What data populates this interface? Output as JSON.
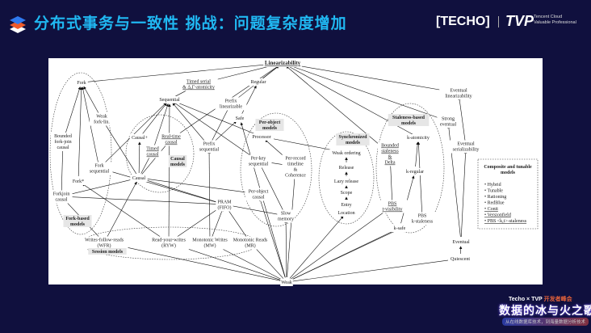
{
  "header": {
    "title": "分布式事务与一致性  挑战：问题复杂度增加",
    "brand_techo": "[TECHO]",
    "brand_tvp": "TVP",
    "brand_tvp_sub1": "Tencent Cloud",
    "brand_tvp_sub2": "Valuable Professional"
  },
  "diagram": {
    "nodes": {
      "lin": "Linearizability",
      "fork": "Fork",
      "timedserial": "Timed serial & Δ,Γ-atomicity",
      "regular": "Regular",
      "sequential": "Sequential",
      "prefixlin": "Prefix linearizable",
      "weakforklin": "Weak fork-lin.",
      "safe": "Safe",
      "bfjc": "Bounded fork-join causal",
      "causalplus": "Causal+",
      "rtcausal": "Real-time causal",
      "timedcausal": "Timed causal",
      "forkseq": "Fork sequential",
      "prefixseq": "Prefix sequential",
      "forkstar": "Fork*",
      "causal": "Causal",
      "fjcausal": "Forkjoin causal",
      "pram": "PRAM (FIFO)",
      "processor": "Processor",
      "perkey": "Per-key sequential",
      "perrecord": "Per-record timeline & Coherence",
      "perobjcausal": "Per-object causal",
      "slow": "Slow memory",
      "weakorder": "Weak ordering",
      "release": "Release",
      "lazyrel": "Lazy release",
      "scope": "Scope",
      "entry": "Entry",
      "location": "Location",
      "katom": "k-atomicity",
      "bstale": "Bounded staleness & Delta",
      "kreg": "k-regular",
      "pbst": "PBS t-visibility",
      "pbsk": "PBS k-staleness",
      "ksafe": "k-safe",
      "evlin": "Eventual linearizability",
      "strongev": "Strong eventual",
      "evser": "Eventual serializability",
      "eventual": "Eventual",
      "quiescent": "Quiescent",
      "wfr": "Writes-follow-reads (WFR)",
      "ryw": "Read-your-writes (RYW)",
      "mw": "Monotonic Writes (MW)",
      "mr": "Monotonic Reads (MR)",
      "weak": "Weak"
    },
    "groups": {
      "causal": "Causal models",
      "fork": "Fork-based models",
      "perobject": "Per-object models",
      "sync": "Synchronized models",
      "staleness": "Staleness-based models",
      "session": "Session models"
    },
    "composite": {
      "title": "Composite and tunable models",
      "items": [
        "Hybrid",
        "Tunable",
        "Rationing",
        "RedBlue",
        "Conit",
        "Versionfield",
        "PBS <k,t>-staleness"
      ]
    },
    "edges": [
      [
        "fork",
        "lin"
      ],
      [
        "timedserial",
        "lin"
      ],
      [
        "regular",
        "lin"
      ],
      [
        "sequential",
        "timedserial"
      ],
      [
        "prefixlin",
        "lin"
      ],
      [
        "safe",
        "regular"
      ],
      [
        "weakforklin",
        "fork"
      ],
      [
        "bfjc",
        "fork"
      ],
      [
        "forkseq",
        "fork"
      ],
      [
        "forkstar",
        "fork"
      ],
      [
        "fjcausal",
        "bfjc"
      ],
      [
        "forkseq",
        "sequential"
      ],
      [
        "causalplus",
        "sequential"
      ],
      [
        "timedcausal",
        "sequential"
      ],
      [
        "rtcausal",
        "lin"
      ],
      [
        "prefixseq",
        "sequential"
      ],
      [
        "prefixseq",
        "prefixlin"
      ],
      [
        "prefixseq",
        "safe"
      ],
      [
        "processor",
        "sequential"
      ],
      [
        "perkey",
        "sequential"
      ],
      [
        "causal",
        "causalplus"
      ],
      [
        "causal",
        "timedcausal"
      ],
      [
        "causal",
        "rtcausal"
      ],
      [
        "causal",
        "weakforklin"
      ],
      [
        "causal",
        "fjcausal"
      ],
      [
        "pram",
        "causal"
      ],
      [
        "pram",
        "fjcausal"
      ],
      [
        "pram",
        "forkseq"
      ],
      [
        "perobjcausal",
        "causal"
      ],
      [
        "slow",
        "pram"
      ],
      [
        "slow",
        "perkey"
      ],
      [
        "perrecord",
        "processor"
      ],
      [
        "perrecord",
        "perkey"
      ],
      [
        "weakorder",
        "processor"
      ],
      [
        "release",
        "weakorder"
      ],
      [
        "lazyrel",
        "release"
      ],
      [
        "scope",
        "lazyrel"
      ],
      [
        "entry",
        "scope"
      ],
      [
        "bstale",
        "lin"
      ],
      [
        "katom",
        "lin"
      ],
      [
        "kreg",
        "katom"
      ],
      [
        "pbst",
        "bstale"
      ],
      [
        "pbsk",
        "katom"
      ],
      [
        "ksafe",
        "kreg"
      ],
      [
        "strongev",
        "lin"
      ],
      [
        "evlin",
        "lin"
      ],
      [
        "evser",
        "evlin"
      ],
      [
        "eventual",
        "evser"
      ],
      [
        "eventual",
        "strongev"
      ],
      [
        "quiescent",
        "eventual"
      ],
      [
        "wfr",
        "causal"
      ],
      [
        "wfr",
        "fjcausal"
      ],
      [
        "ryw",
        "pram"
      ],
      [
        "ryw",
        "forkstar"
      ],
      [
        "ryw",
        "sequential"
      ],
      [
        "mw",
        "pram"
      ],
      [
        "mr",
        "pram"
      ],
      [
        "mw",
        "prefixseq"
      ],
      [
        "weak",
        "wfr"
      ],
      [
        "weak",
        "ryw"
      ],
      [
        "weak",
        "mw"
      ],
      [
        "weak",
        "mr"
      ],
      [
        "weak",
        "perobjcausal"
      ],
      [
        "weak",
        "slow"
      ],
      [
        "weak",
        "perrecord"
      ],
      [
        "weak",
        "location"
      ],
      [
        "weak",
        "pbst"
      ],
      [
        "weak",
        "ksafe"
      ],
      [
        "weak",
        "pbsk"
      ],
      [
        "weak",
        "quiescent"
      ],
      [
        "weak",
        "safe"
      ]
    ]
  },
  "footer": {
    "line1_a": "Techo × TVP",
    "line1_b": " 开发者峰会",
    "line2": "数据的冰与火之歌",
    "line3": "从在线数据库技术，到海量数据分析技术"
  }
}
